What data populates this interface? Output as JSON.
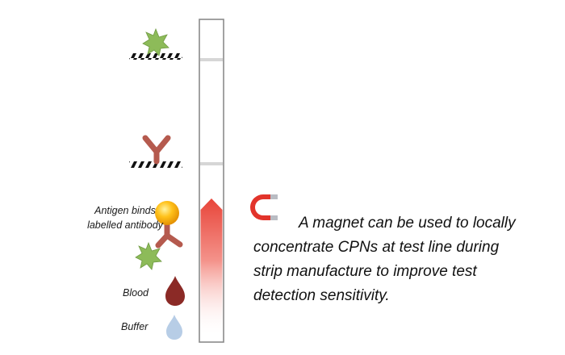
{
  "labels": {
    "antigen_line1": "Antigen binds",
    "antigen_line2": "labelled antibody",
    "blood": "Blood",
    "buffer": "Buffer"
  },
  "caption": {
    "line1": "A magnet can be used to locally",
    "line2": "concentrate CPNs at test line during",
    "line3": "strip manufacture to improve test",
    "line4": "detection sensitivity."
  },
  "colors": {
    "strip_border": "#8a8a8a",
    "line_mark": "#d6d6d6",
    "star_fill": "#8dbb59",
    "star_stroke": "#6f9a42",
    "antibody": "#b55a4e",
    "antigen_ball": "#ffc11a",
    "blood_drop": "#8b2a26",
    "buffer_drop": "#b7cde6",
    "flow_top": "#e8453a",
    "magnet_red": "#e2342b",
    "magnet_grey": "#b9bcc3"
  },
  "icons": [
    "star-antigen-icon",
    "antibody-y-icon",
    "magnet-icon",
    "blood-drop-icon",
    "buffer-drop-icon",
    "gold-particle-icon"
  ]
}
